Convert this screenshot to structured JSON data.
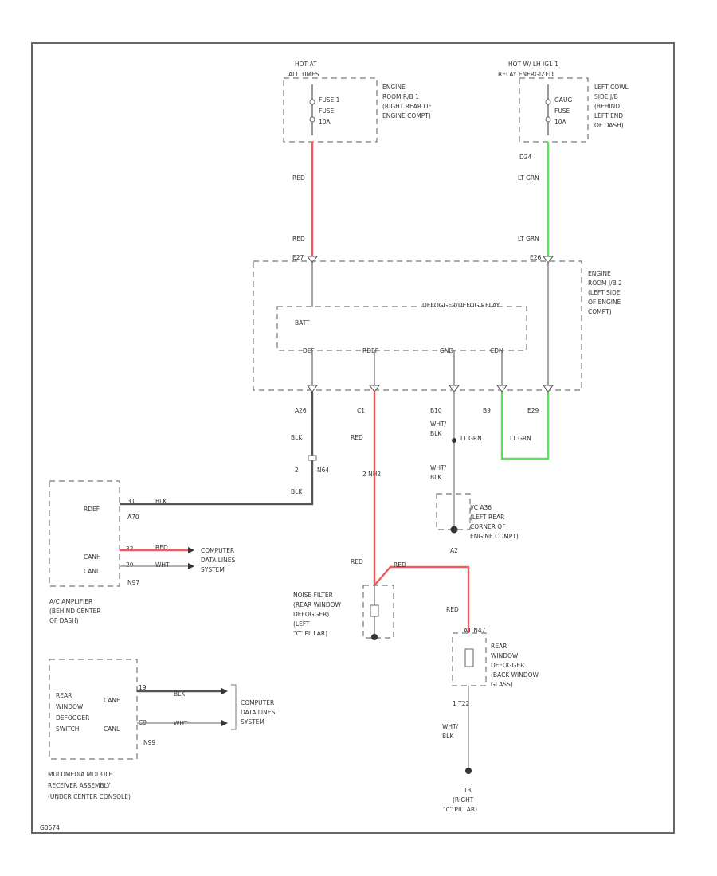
{
  "colors": {
    "red": "#f05a5a",
    "ltgrn": "#5ae05a",
    "blk": "#555555",
    "wht": "#9a9a9a",
    "frame": "#666666"
  },
  "fuse_hot_left": {
    "hot": "HOT AT",
    "hot2": "ALL TIMES",
    "name": "FUSE 1",
    "name2": "FUSE",
    "amps": "10A",
    "loc": [
      "ENGINE",
      "ROOM R/B 1",
      "(RIGHT REAR OF",
      "ENGINE COMPT)"
    ]
  },
  "fuse_hot_right": {
    "hot": "HOT W/ LH IG1 1",
    "hot2": "RELAY ENERGIZED",
    "name": "GAUG",
    "name2": "FUSE",
    "amps": "10A",
    "loc": [
      "LEFT COWL",
      "SIDE J/B",
      "(BEHIND",
      "LEFT END",
      "OF DASH)"
    ]
  },
  "wires": {
    "red_top": "RED",
    "red_mid": "RED",
    "ltgrn_top": "LT GRN",
    "ltgrn_mid": "LT GRN",
    "c_d24": "D24",
    "c_e27": "E27",
    "c_e26": "E26",
    "c_a26": "A26",
    "c_c1": "C1",
    "c_b10": "B10",
    "c_b9": "B9",
    "c_e29": "E29",
    "blk1": "BLK",
    "blk2": "BLK",
    "red2": "RED",
    "wht_blk1": "WHT/",
    "wht_blk1b": "BLK",
    "lt_grn2": "LT GRN",
    "lt_grn3": "LT GRN",
    "wht_blk2": "WHT/",
    "wht_blk2b": "BLK",
    "c_n64": "N64",
    "c_n64_pin": "2",
    "c_2nh2": "2 NH2",
    "red3": "RED",
    "red4": "RED",
    "red5": "RED",
    "wht_blk3": "WHT/",
    "wht_blk3b": "BLK"
  },
  "relay_box": {
    "loc": [
      "ENGINE",
      "ROOM J/B 2",
      "(LEFT SIDE",
      "OF ENGINE",
      "COMPT)"
    ],
    "title": "DEFOGGER/DEFOG RELAY",
    "batt": "BATT",
    "pins": [
      "DEF",
      "RDEF",
      "GND",
      "CDN"
    ]
  },
  "ac_amp": {
    "pins": [
      "RDEF",
      "CANH",
      "CANL"
    ],
    "conn_a": "A70",
    "conn_b": "N97",
    "pin_a": "31",
    "pin_b": "32",
    "pin_c": "20",
    "wire_blk": "BLK",
    "wire_red": "RED",
    "wire_wht": "WHT",
    "dest": [
      "COMPUTER",
      "DATA LINES",
      "SYSTEM"
    ],
    "name": [
      "A/C AMPLIFIER",
      "(BEHIND CENTER",
      "OF DASH)"
    ]
  },
  "ground_j2": {
    "name": "J/C A36",
    "loc": [
      "(LEFT REAR",
      "CORNER OF",
      "ENGINE COMPT)"
    ],
    "id": "A2"
  },
  "noise_filter": {
    "name": [
      "NOISE FILTER",
      "(REAR WINDOW",
      "DEFOGGER)",
      "(LEFT",
      "\"C\" PILLAR)"
    ]
  },
  "rear_defogger": {
    "name": [
      "REAR",
      "WINDOW",
      "DEFOGGER",
      "(BACK WINDOW",
      "GLASS)"
    ],
    "conn": "A1 N47",
    "conn_b": "1 T22"
  },
  "ground_t3": {
    "id": "T3",
    "loc": [
      "(RIGHT",
      "\"C\" PILLAR)"
    ]
  },
  "switch": {
    "name": [
      "REAR",
      "WINDOW",
      "DEFOGGER",
      "SWITCH"
    ],
    "pins": [
      "CANH",
      "CANL"
    ],
    "conn": "N99",
    "pin_a": "19",
    "pin_b": "C9",
    "wire_blk": "BLK",
    "wire_wht": "WHT",
    "dest": [
      "COMPUTER",
      "DATA LINES",
      "SYSTEM"
    ]
  },
  "multimedia": {
    "name": [
      "MULTIMEDIA MODULE",
      "RECEIVER ASSEMBLY",
      "(UNDER CENTER CONSOLE)"
    ]
  },
  "footer_code": "G0574"
}
